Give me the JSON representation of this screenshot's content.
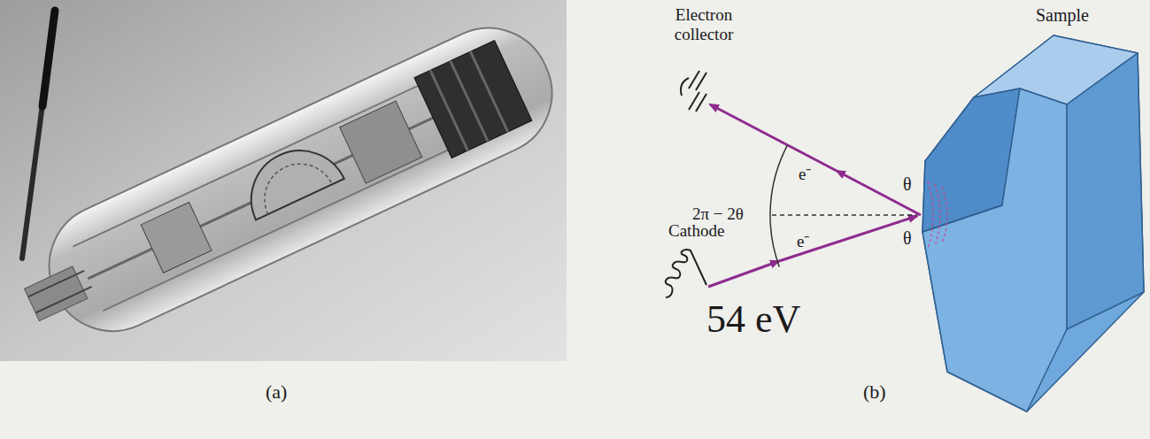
{
  "diagram": {
    "labels": [
      "Electron collector",
      "Sample",
      "e⁻",
      "e⁻",
      "θ",
      "θ",
      "2π − 2θ",
      "Cathode",
      "54 eV",
      "(a)",
      "(b)"
    ]
  }
}
